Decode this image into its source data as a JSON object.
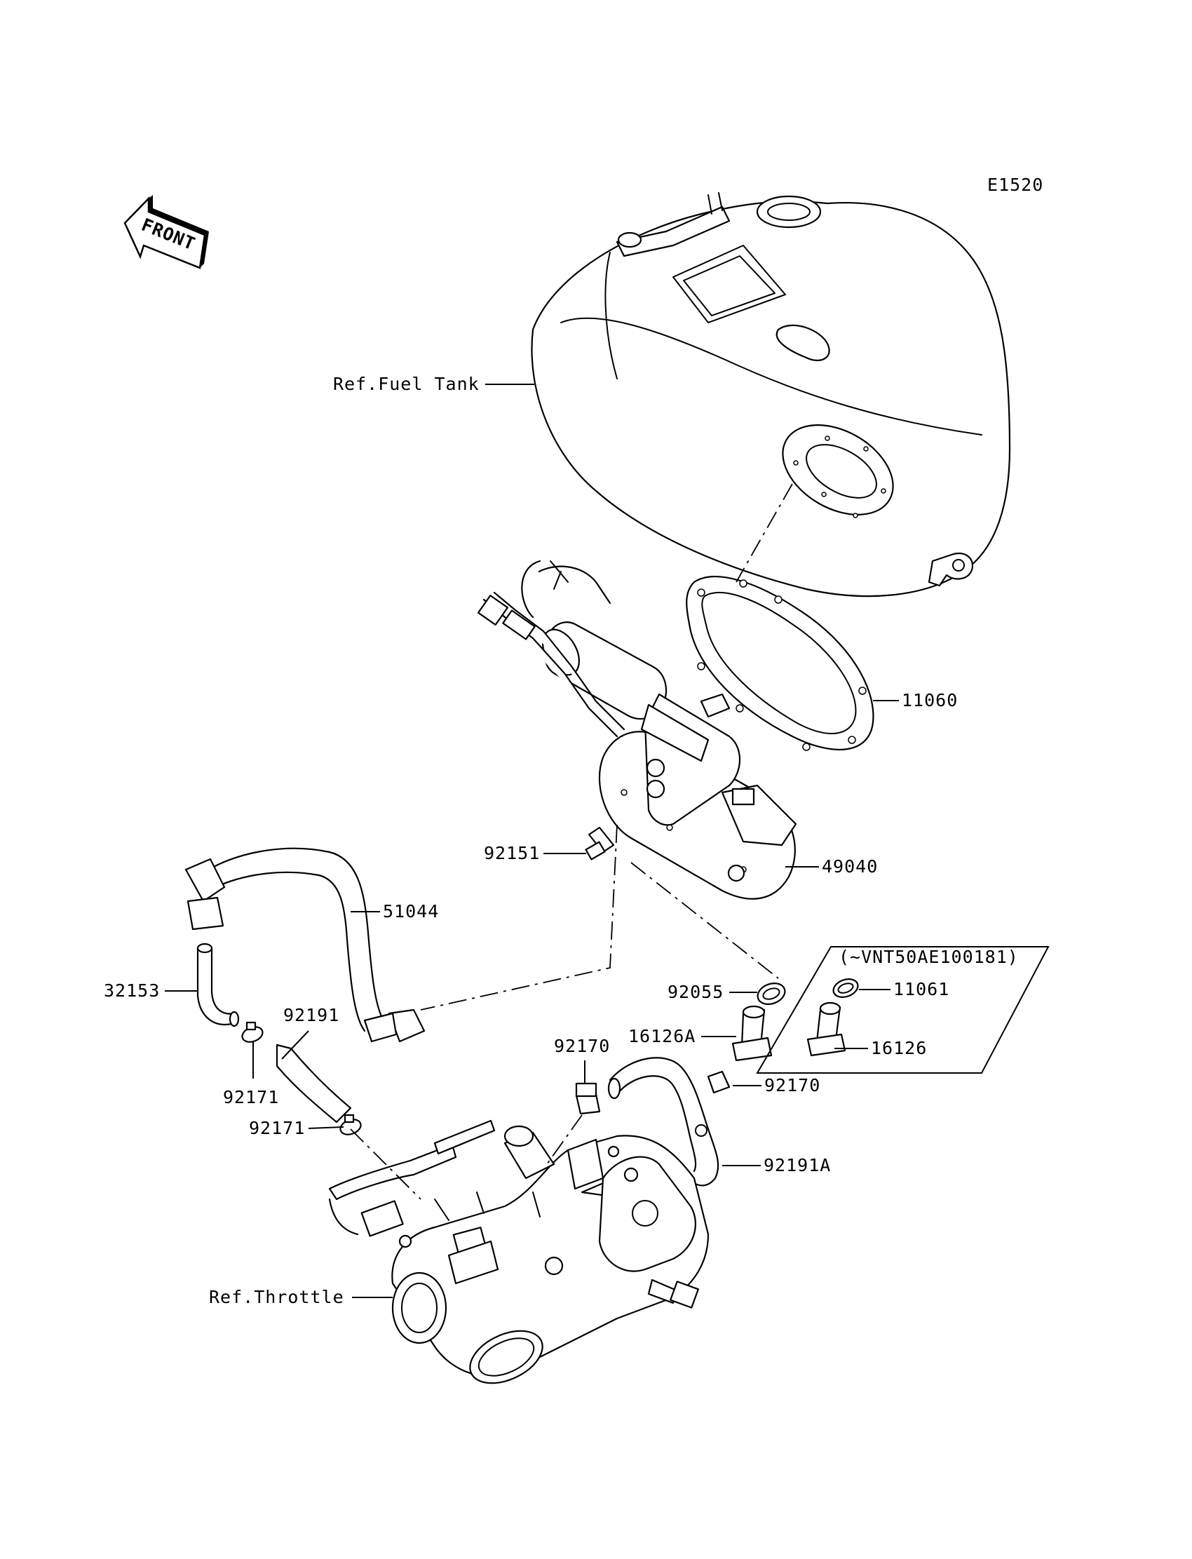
{
  "diagram_code": "E1520",
  "front_arrow_label": "FRONT",
  "variant_note": "(~VNT50AE100181)",
  "labels": {
    "ref_fuel_tank": "Ref.Fuel Tank",
    "p11060": "11060",
    "p49040": "49040",
    "p92151": "92151",
    "p51044": "51044",
    "p32153": "32153",
    "p92191": "92191",
    "p92171_a": "92171",
    "p92171_b": "92171",
    "p92170_a": "92170",
    "p92170_b": "92170",
    "p92055": "92055",
    "p16126A": "16126A",
    "p11061": "11061",
    "p16126": "16126",
    "p92191A": "92191A",
    "ref_throttle": "Ref.Throttle"
  }
}
